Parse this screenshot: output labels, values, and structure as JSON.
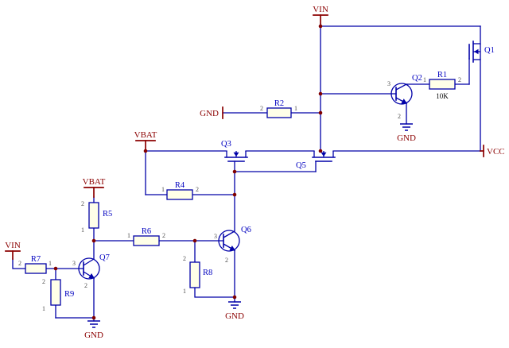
{
  "diagram": {
    "type": "circuit-schematic",
    "description": "Power path switching schematic with MOSFETs and BJT transistors",
    "colors": {
      "background": "#FFFFFF",
      "wire": "#0000A8",
      "designator_text": "#0000C0",
      "net_label": "#8B0000",
      "pin_number": "#4D4D4D",
      "value_text": "#000000",
      "junction": "#800000",
      "component_fill": "#FFFFE8"
    },
    "power_ports": {
      "vin_top": "VIN",
      "vbat_mid": "VBAT",
      "vbat_left": "VBAT",
      "vin_left": "VIN",
      "vcc": "VCC",
      "gnd_r2": "GND",
      "gnd_q2": "GND",
      "gnd_q6": "GND",
      "gnd_q7": "GND"
    },
    "components": {
      "Q1": {
        "designator": "Q1",
        "type": "mosfet"
      },
      "Q2": {
        "designator": "Q2",
        "type": "npn-bjt",
        "pin_base": "3",
        "pin_emitter": "2"
      },
      "Q3": {
        "designator": "Q3",
        "type": "mosfet"
      },
      "Q5": {
        "designator": "Q5",
        "type": "mosfet"
      },
      "Q6": {
        "designator": "Q6",
        "type": "npn-bjt",
        "pin_base": "3",
        "pin_emitter": "2"
      },
      "Q7": {
        "designator": "Q7",
        "type": "npn-bjt",
        "pin_base": "3",
        "pin_emitter": "2"
      },
      "R1": {
        "designator": "R1",
        "value": "10K",
        "pin1": "1",
        "pin2": "2"
      },
      "R2": {
        "designator": "R2",
        "pin1": "1",
        "pin2": "2"
      },
      "R4": {
        "designator": "R4",
        "pin1": "1",
        "pin2": "2"
      },
      "R5": {
        "designator": "R5",
        "pin1": "1",
        "pin2": "2"
      },
      "R6": {
        "designator": "R6",
        "pin1": "1",
        "pin2": "2"
      },
      "R7": {
        "designator": "R7",
        "pin1": "1",
        "pin2": "2"
      },
      "R8": {
        "designator": "R8",
        "pin1": "1",
        "pin2": "2"
      },
      "R9": {
        "designator": "R9",
        "pin1": "1",
        "pin2": "2"
      }
    }
  }
}
